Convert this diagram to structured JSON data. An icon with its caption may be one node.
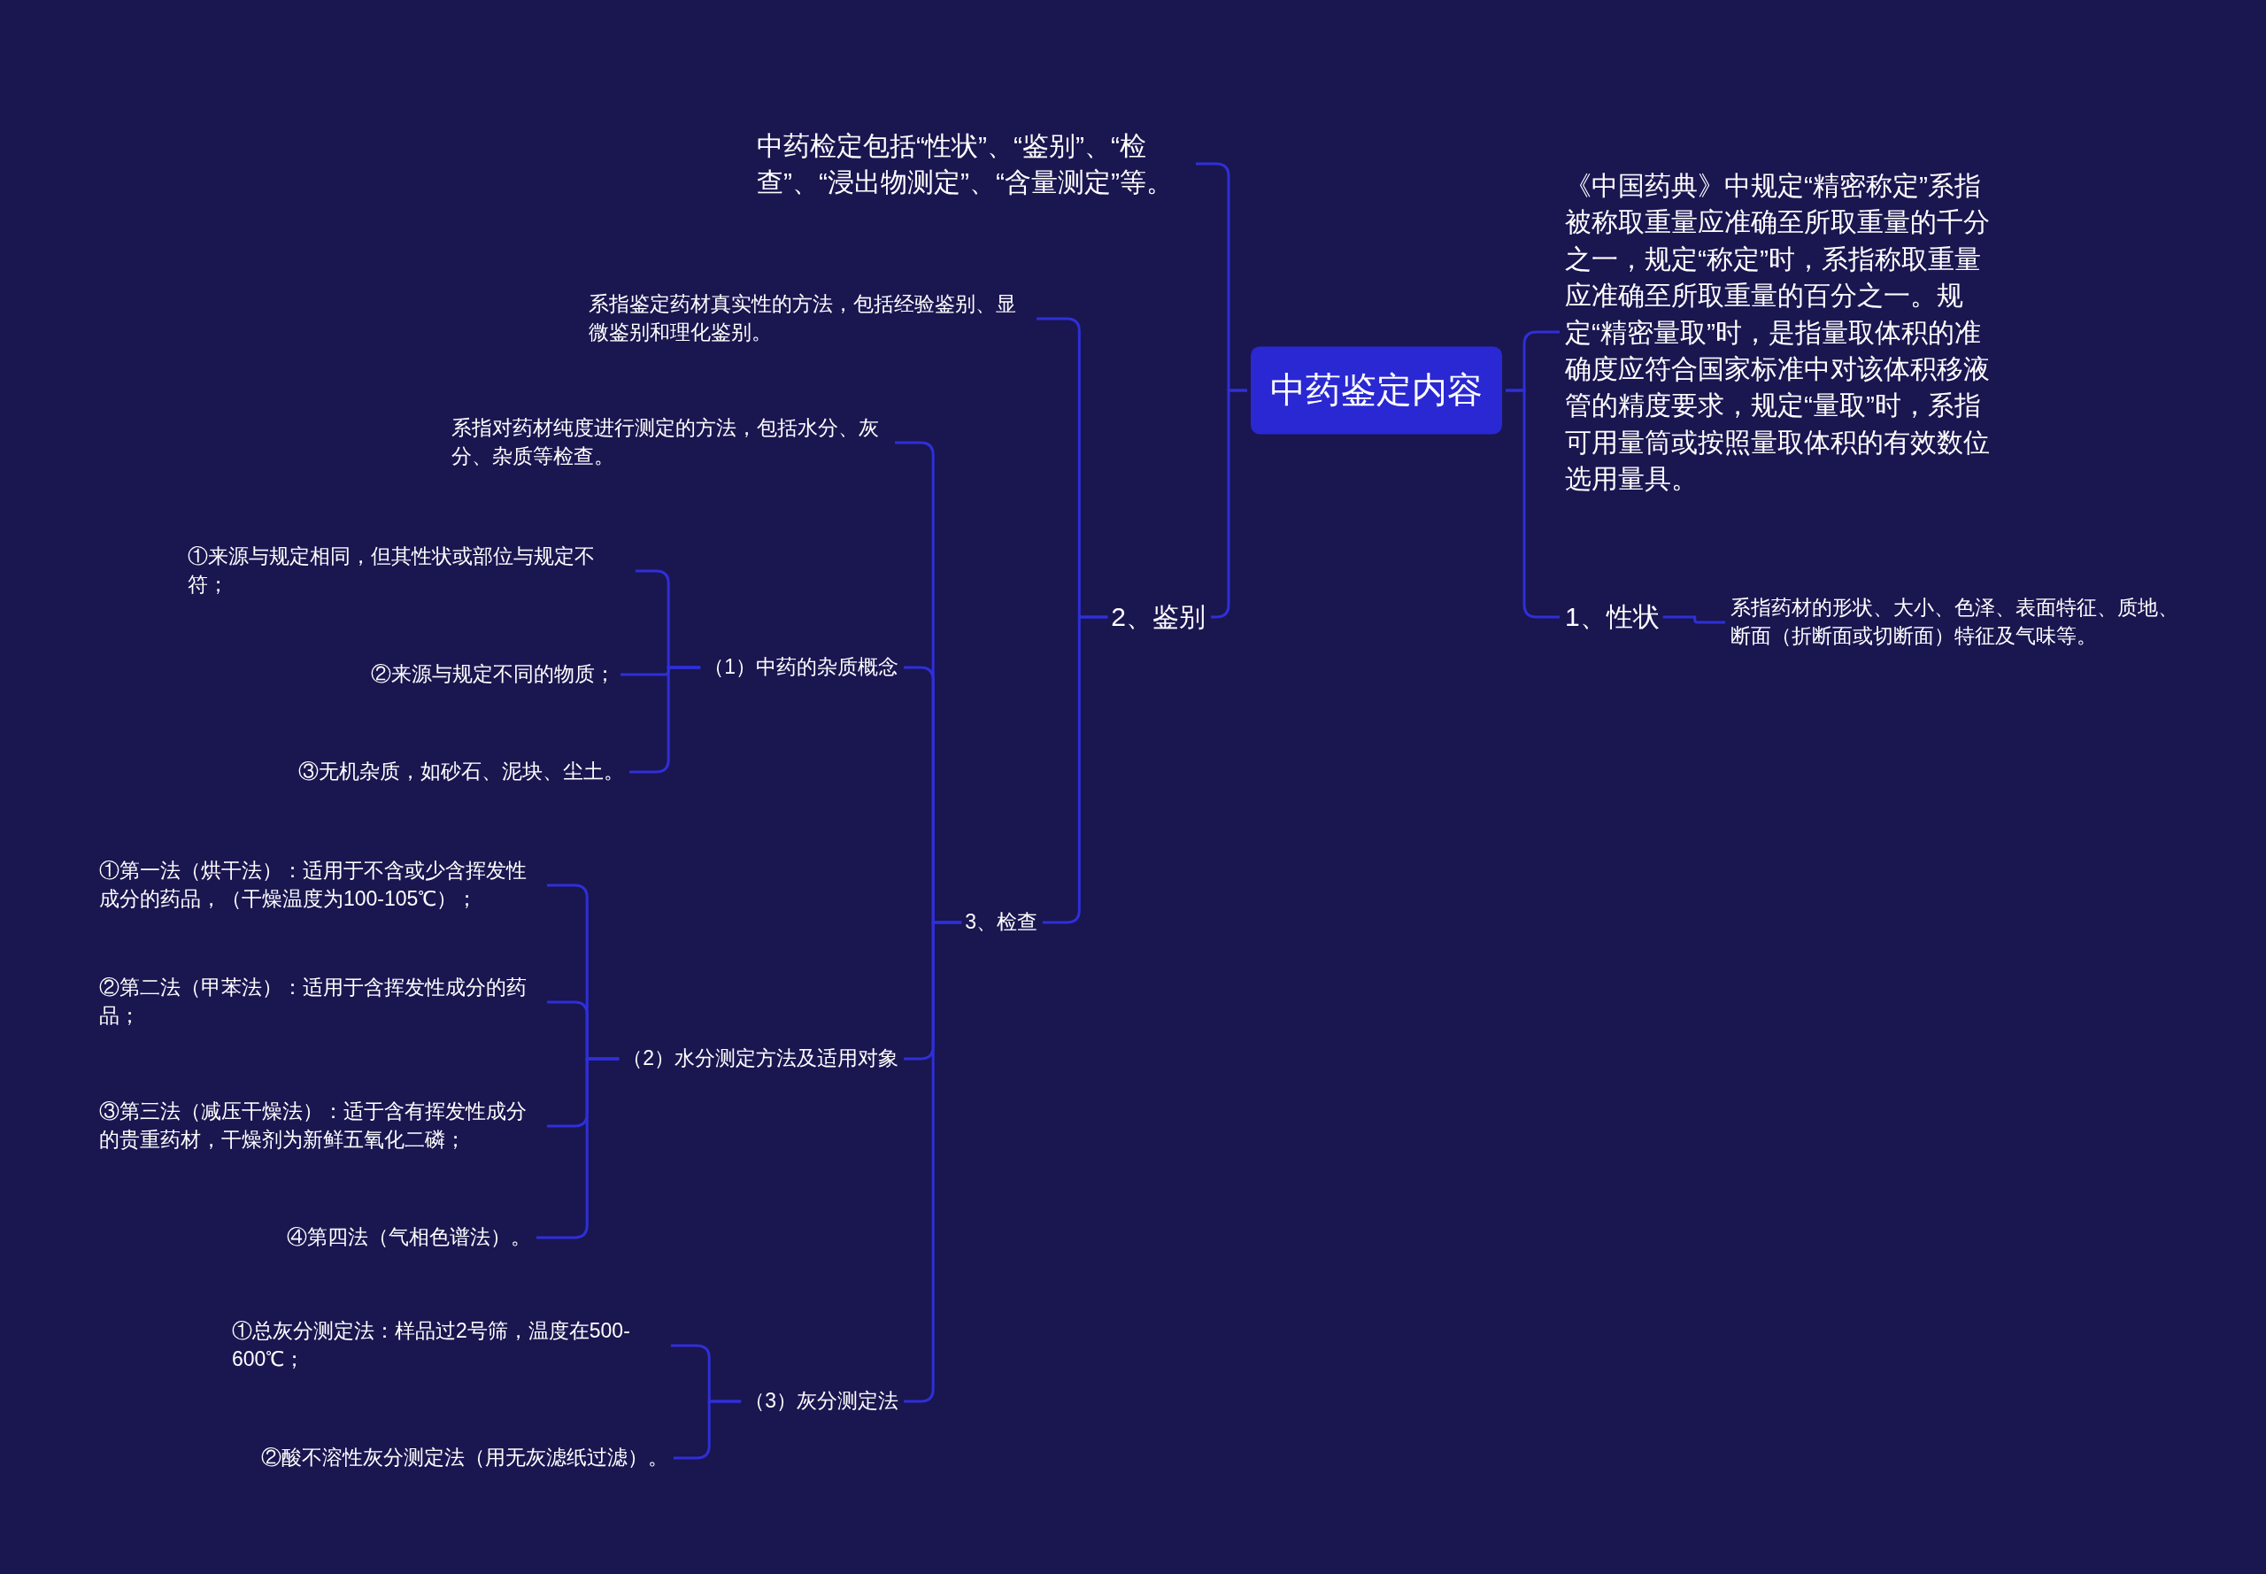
{
  "diagram": {
    "nodes": [
      {
        "text": [
          "中药鉴定内容"
        ]
      },
      {
        "text": [
          "中药检定包括“性状”、“鉴别”、“检查”、“浸出物测定”、“含量测定”等。"
        ]
      },
      {
        "text": [
          "2、鉴别"
        ]
      },
      {
        "text": [
          "《中国药典》中规定“精密称定”系指被称取重量应准确至所取重量的千分之一，规定“称定”时，系指称取重量应准确至所取重量的百分之一。规定“精密量取”时，是指量取体积的准确度应符合国家标准中对该体积移液管的精度要求，规定“量取”时，系指可用量筒或按照量取体积的有效数位选用量具。"
        ]
      },
      {
        "text": [
          "1、性状"
        ]
      },
      {
        "text": [
          "系指药材的形状、大小、色泽、表面特征、质地、断面（折断面或切断面）特征及气味等。"
        ]
      },
      {
        "text": [
          "系指鉴定药材真实性的方法，包括经验鉴别、显微鉴别和理化鉴别。"
        ]
      },
      {
        "text": [
          "3、检查"
        ]
      },
      {
        "text": [
          "系指对药材纯度进行测定的方法，包括水分、灰分、杂质等检查。"
        ]
      },
      {
        "text": [
          "（1）中药的杂质概念"
        ]
      },
      {
        "text": [
          "（2）水分测定方法及适用对象"
        ]
      },
      {
        "text": [
          "（3）灰分测定法"
        ]
      },
      {
        "text": [
          "①来源与规定相同，但其性状或部位与规定不符；"
        ]
      },
      {
        "text": [
          "②来源与规定不同的物质；"
        ]
      },
      {
        "text": [
          "③无机杂质，如砂石、泥块、尘土。"
        ]
      },
      {
        "text": [
          "①第一法（烘干法）：适用于不含或少含挥发性成分的药品，（干燥温度为100-105℃）；"
        ]
      },
      {
        "text": [
          "②第二法（甲苯法）：适用于含挥发性成分的药品；"
        ]
      },
      {
        "text": [
          "③第三法（减压干燥法）：适于含有挥发性成分的贵重药材，干燥剂为新鲜五氧化二磷；"
        ]
      },
      {
        "text": [
          "④第四法（气相色谱法）。"
        ]
      },
      {
        "text": [
          "①总灰分测定法：样品过2号筛，温度在500-600℃；"
        ]
      },
      {
        "text": [
          "②酸不溶性灰分测定法（用无灰滤纸过滤）。"
        ]
      }
    ],
    "edges": [
      {
        "from": 0,
        "to": 1,
        "arrow": "none"
      },
      {
        "from": 0,
        "to": 2,
        "arrow": "none"
      },
      {
        "from": 0,
        "to": 3,
        "arrow": "none"
      },
      {
        "from": 0,
        "to": 4,
        "arrow": "none"
      },
      {
        "from": 4,
        "to": 5,
        "arrow": "none"
      },
      {
        "from": 2,
        "to": 6,
        "arrow": "none"
      },
      {
        "from": 2,
        "to": 7,
        "arrow": "none"
      },
      {
        "from": 7,
        "to": 8,
        "arrow": "none"
      },
      {
        "from": 7,
        "to": 9,
        "arrow": "none"
      },
      {
        "from": 7,
        "to": 10,
        "arrow": "none"
      },
      {
        "from": 7,
        "to": 11,
        "arrow": "none"
      },
      {
        "from": 9,
        "to": 12,
        "arrow": "none"
      },
      {
        "from": 9,
        "to": 13,
        "arrow": "none"
      },
      {
        "from": 9,
        "to": 14,
        "arrow": "none"
      },
      {
        "from": 10,
        "to": 15,
        "arrow": "none"
      },
      {
        "from": 10,
        "to": 16,
        "arrow": "none"
      },
      {
        "from": 10,
        "to": 17,
        "arrow": "none"
      },
      {
        "from": 10,
        "to": 18,
        "arrow": "none"
      },
      {
        "from": 11,
        "to": 19,
        "arrow": "none"
      },
      {
        "from": 11,
        "to": 20,
        "arrow": "none"
      }
    ]
  }
}
